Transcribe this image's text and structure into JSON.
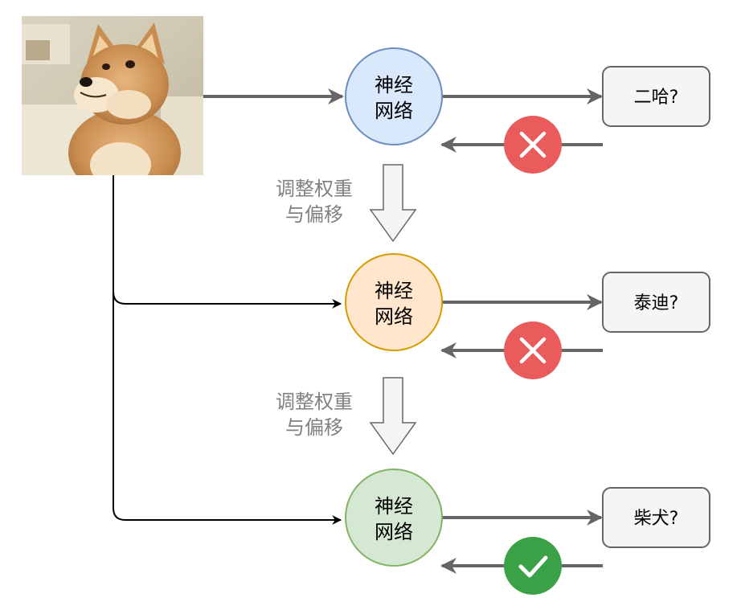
{
  "colors": {
    "flow_arrow": "#666666",
    "input_line": "#000000",
    "box_fill": "#f5f5f5",
    "box_stroke": "#666666",
    "wrong": "#ea5b5b",
    "right": "#3aa146",
    "step_arrow_fill": "#f5f5f5",
    "step_arrow_stroke": "#666666",
    "step_text": "#808080"
  },
  "input_image": {
    "icon": "shiba-inu-dog-photo"
  },
  "networks": [
    {
      "line1": "神经",
      "line2": "网络",
      "fill": "#dae8fc",
      "stroke": "#6c8ebf",
      "answer": "二哈?",
      "result": "wrong",
      "result_icon": "cross-icon"
    },
    {
      "line1": "神经",
      "line2": "网络",
      "fill": "#ffe6cc",
      "stroke": "#d79b00",
      "answer": "泰迪?",
      "result": "wrong",
      "result_icon": "cross-icon"
    },
    {
      "line1": "神经",
      "line2": "网络",
      "fill": "#d5e8d4",
      "stroke": "#82b366",
      "answer": "柴犬?",
      "result": "right",
      "result_icon": "check-icon"
    }
  ],
  "adjust_steps": [
    {
      "line1": "调整权重",
      "line2": "与偏移"
    },
    {
      "line1": "调整权重",
      "line2": "与偏移"
    }
  ]
}
